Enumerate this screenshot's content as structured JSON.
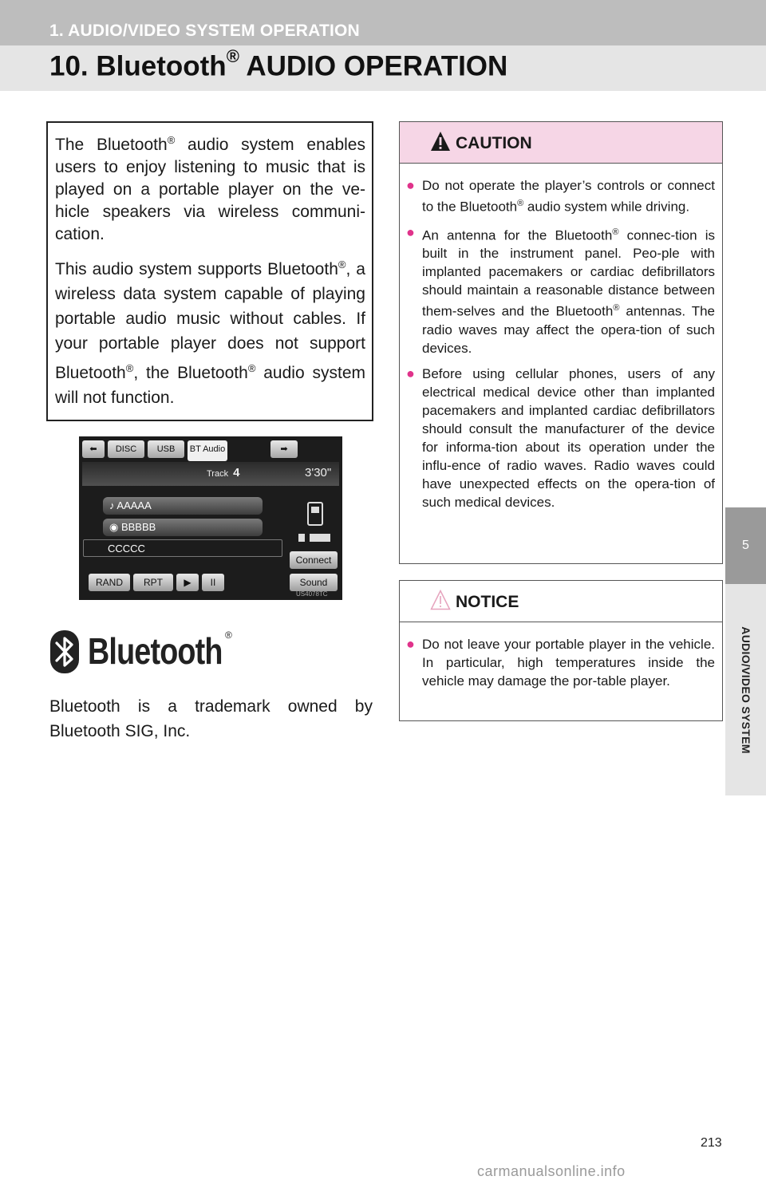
{
  "header": {
    "section_label": "1. AUDIO/VIDEO SYSTEM OPERATION",
    "title_prefix": "10. Bluetooth",
    "title_reg": "®",
    "title_suffix": " AUDIO OPERATION"
  },
  "side_tab": {
    "number": "5",
    "label": "AUDIO/VIDEO SYSTEM"
  },
  "intro": {
    "p1_a": "The Bluetooth",
    "p1_b": " audio system enables users to enjoy listening to music that is played on a portable player on the ve-hicle speakers via wireless communi-cation.",
    "p2_a": "This audio system supports Bluetooth",
    "p2_b": ", a wireless data system capable of playing portable audio music without cables. If your portable player does not support Bluetooth",
    "p2_c": ", the Bluetooth",
    "p2_d": " audio system will not function.",
    "reg": "®"
  },
  "screen": {
    "tabs": [
      "DISC",
      "USB",
      "BT Audio"
    ],
    "track_label": "Track",
    "track_number": "4",
    "time": "3'30\"",
    "rows": [
      "AAAAA",
      "BBBBB",
      "CCCCC"
    ],
    "buttons": {
      "connect": "Connect",
      "sound": "Sound",
      "rand": "RAND",
      "rpt": "RPT",
      "play": "▶",
      "pause": "II"
    },
    "image_code": "US4078TC"
  },
  "logo": {
    "wordmark": "Bluetooth",
    "reg": "®"
  },
  "trademark": {
    "line1": "Bluetooth is a trademark owned by",
    "line2": "Bluetooth SIG, Inc."
  },
  "caution": {
    "heading": "CAUTION",
    "items": [
      {
        "a": "Do not operate the player’s controls or connect to the Bluetooth",
        "b": " audio system while driving."
      },
      {
        "a": "An antenna for the Bluetooth",
        "b": " connec-tion is built in the instrument panel. Peo-ple with implanted pacemakers or cardiac defibrillators should maintain a reasonable distance between them-selves and the Bluetooth",
        "c": " antennas. The radio waves may affect the opera-tion of such devices."
      },
      {
        "a": "Before using cellular phones, users of any electrical medical device other than implanted pacemakers and implanted cardiac defibrillators should consult the manufacturer of the device for informa-tion about its operation under the influ-ence of radio waves. Radio waves could have unexpected effects on the opera-tion of such medical devices."
      }
    ],
    "bullet": "●",
    "reg": "®"
  },
  "notice": {
    "heading": "NOTICE",
    "items": [
      "Do not leave your portable player in the vehicle. In particular, high temperatures inside the vehicle may damage the por-table player."
    ]
  },
  "footer": {
    "page_number": "213",
    "watermark": "carmanualsonline.info"
  },
  "colors": {
    "caution_bg": "#f6d6e6",
    "bullet": "#e0338b",
    "header_bar": "#bdbdbd",
    "side_tab": "#9a9a9a"
  }
}
